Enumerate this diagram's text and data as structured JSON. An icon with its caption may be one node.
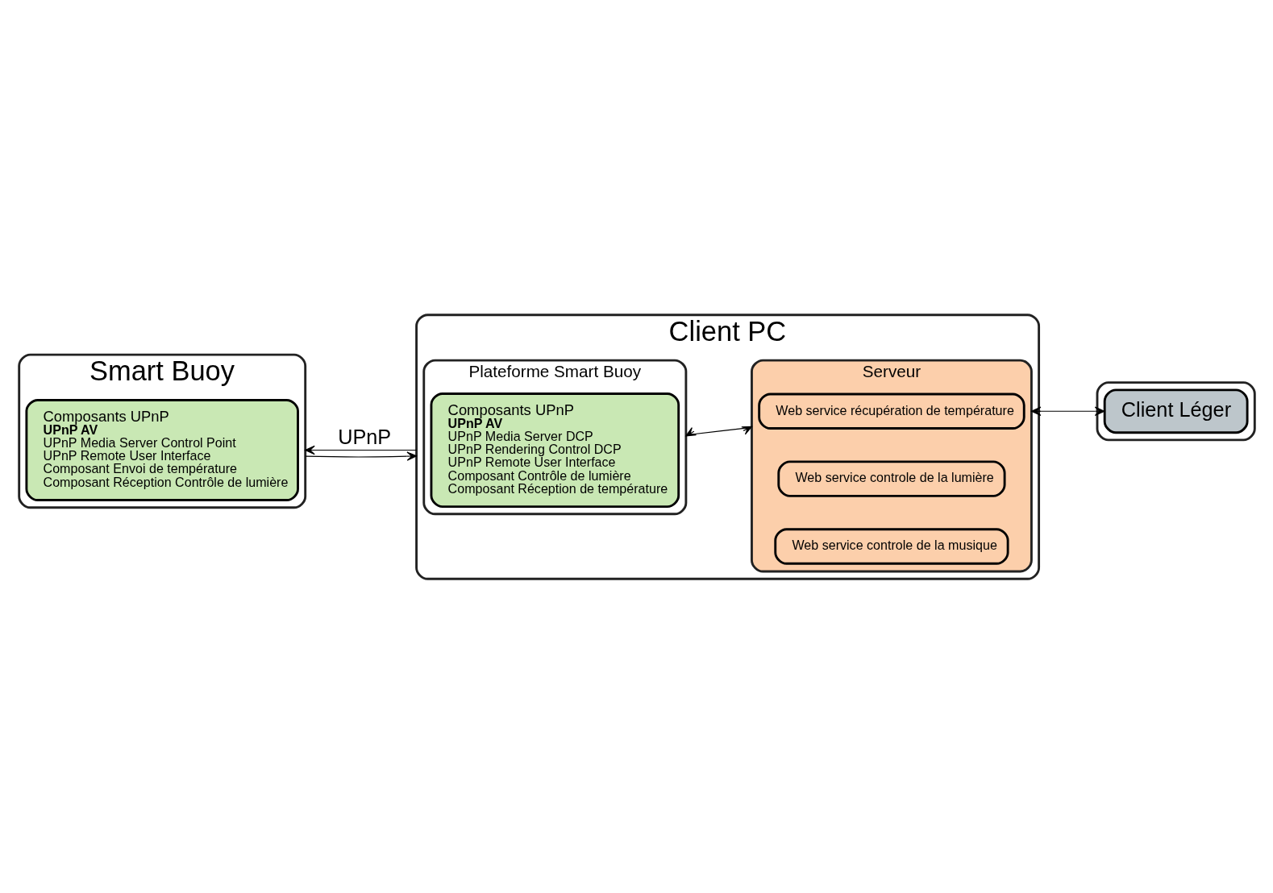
{
  "diagram": {
    "nodes": [
      {
        "text": [
          "Smart Buoy"
        ]
      },
      {
        "text": [
          "Composants UPnP",
          "UPnP AV",
          "UPnP Media Server Control Point",
          "UPnP Remote User Interface",
          "Composant Envoi de température",
          "Composant Réception Contrôle de lumière"
        ],
        "in": 0
      },
      {
        "text": [
          "Client PC"
        ]
      },
      {
        "text": [
          "Plateforme Smart Buoy"
        ],
        "in": 2
      },
      {
        "text": [
          "Composants UPnP",
          "UPnP AV",
          "UPnP Media Server DCP",
          "UPnP Rendering Control DCP",
          "UPnP Remote User Interface",
          "Composant Contrôle de lumière",
          "Composant Réception de température"
        ],
        "in": 3
      },
      {
        "text": [
          "Serveur"
        ],
        "in": 2
      },
      {
        "text": [
          "Web service récupération de température"
        ],
        "in": 5
      },
      {
        "text": [
          "Web service controle de la lumière"
        ],
        "in": 5
      },
      {
        "text": [
          "Web service controle de la musique"
        ],
        "in": 5
      },
      {
        "text": [],
        "shape": "box"
      },
      {
        "text": [
          "Client Léger"
        ],
        "in": 9
      }
    ],
    "edges": [
      {
        "from": 2,
        "to": 0,
        "arrow": "to",
        "label": "UPnP"
      },
      {
        "from": 0,
        "to": 2,
        "arrow": "to"
      },
      {
        "from": 3,
        "to": 5,
        "arrow": "both"
      },
      {
        "from": 5,
        "to": 10,
        "arrow": "both"
      }
    ]
  }
}
